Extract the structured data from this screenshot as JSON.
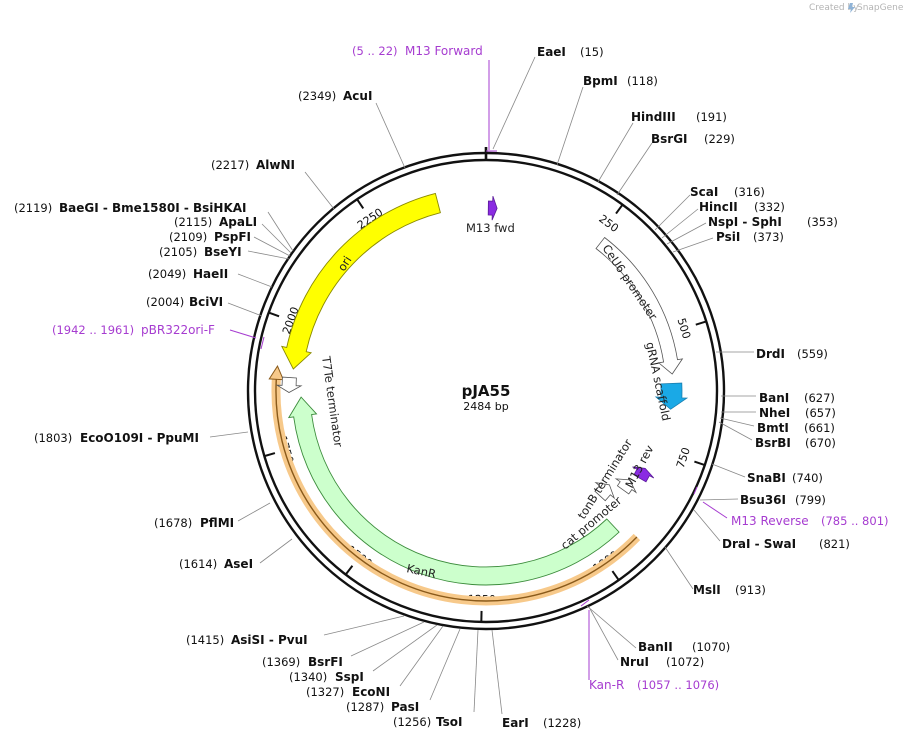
{
  "watermark": {
    "prefix": "Created by",
    "brand": "SnapGene"
  },
  "plasmid": {
    "name": "pJA55",
    "length_label": "2484 bp",
    "length": 2484
  },
  "ticks": [
    {
      "pos": 250,
      "label": "250"
    },
    {
      "pos": 500,
      "label": "500"
    },
    {
      "pos": 750,
      "label": "750"
    },
    {
      "pos": 1000,
      "label": "1000"
    },
    {
      "pos": 1250,
      "label": "1250"
    },
    {
      "pos": 1500,
      "label": "1500"
    },
    {
      "pos": 1750,
      "label": "1750"
    },
    {
      "pos": 2000,
      "label": "2000"
    },
    {
      "pos": 2250,
      "label": "2250"
    }
  ],
  "enzymes": [
    {
      "name": "EaeI",
      "pos": "(15)"
    },
    {
      "name": "BpmI",
      "pos": "(118)"
    },
    {
      "name": "HindIII",
      "pos": "(191)"
    },
    {
      "name": "BsrGI",
      "pos": "(229)"
    },
    {
      "name": "ScaI",
      "pos": "(316)"
    },
    {
      "name": "HincII",
      "pos": "(332)"
    },
    {
      "name": "NspI - SphI",
      "pos": "(353)"
    },
    {
      "name": "PsiI",
      "pos": "(373)"
    },
    {
      "name": "DrdI",
      "pos": "(559)"
    },
    {
      "name": "BanI",
      "pos": "(627)"
    },
    {
      "name": "NheI",
      "pos": "(657)"
    },
    {
      "name": "BmtI",
      "pos": "(661)"
    },
    {
      "name": "BsrBI",
      "pos": "(670)"
    },
    {
      "name": "SnaBI",
      "pos": "(740)"
    },
    {
      "name": "Bsu36I",
      "pos": "(799)"
    },
    {
      "name": "DraI - SwaI",
      "pos": "(821)"
    },
    {
      "name": "MslI",
      "pos": "(913)"
    },
    {
      "name": "BanII",
      "pos": "(1070)"
    },
    {
      "name": "NruI",
      "pos": "(1072)"
    },
    {
      "name": "EarI",
      "pos": "(1228)"
    },
    {
      "name": "TsoI",
      "pos": "(1256)"
    },
    {
      "name": "PasI",
      "pos": "(1287)"
    },
    {
      "name": "EcoNI",
      "pos": "(1327)"
    },
    {
      "name": "SspI",
      "pos": "(1340)"
    },
    {
      "name": "BsrFI",
      "pos": "(1369)"
    },
    {
      "name": "AsiSI - PvuI",
      "pos": "(1415)"
    },
    {
      "name": "AseI",
      "pos": "(1614)"
    },
    {
      "name": "PflMI",
      "pos": "(1678)"
    },
    {
      "name": "EcoO109I - PpuMI",
      "pos": "(1803)"
    },
    {
      "name": "BciVI",
      "pos": "(2004)"
    },
    {
      "name": "HaeII",
      "pos": "(2049)"
    },
    {
      "name": "BseYI",
      "pos": "(2105)"
    },
    {
      "name": "PspFI",
      "pos": "(2109)"
    },
    {
      "name": "ApaLI",
      "pos": "(2115)"
    },
    {
      "name": "BaeGI - Bme1580I - BsiHKAI",
      "pos": "(2119)"
    },
    {
      "name": "AlwNI",
      "pos": "(2217)"
    },
    {
      "name": "AcuI",
      "pos": "(2349)"
    }
  ],
  "primers": [
    {
      "name": "M13 Forward",
      "pos": "(5 .. 22)"
    },
    {
      "name": "M13 Reverse",
      "pos": "(785 .. 801)"
    },
    {
      "name": "Kan-R",
      "pos": "(1057 .. 1076)"
    },
    {
      "name": "pBR322ori-F",
      "pos": "(1942 .. 1961)"
    }
  ],
  "features": [
    {
      "name": "M13 fwd",
      "color": "#8a2be2"
    },
    {
      "name": "CeU6 promoter",
      "color": "#ffffff"
    },
    {
      "name": "gRNA scaffold",
      "color": "#1aa9e6"
    },
    {
      "name": "M13 rev",
      "color": "#8a2be2"
    },
    {
      "name": "tonB terminator",
      "color": "#ffffff"
    },
    {
      "name": "cat promoter",
      "color": "#ffffff"
    },
    {
      "name": "KanR",
      "color": "#ccffcc"
    },
    {
      "name": "T7Te terminator",
      "color": "#ffffff"
    },
    {
      "name": "ori",
      "color": "#ffff00"
    }
  ],
  "colors": {
    "primer": "#a63cd0",
    "kan_highlight": "#f7c98a",
    "backbone": "#111111"
  }
}
